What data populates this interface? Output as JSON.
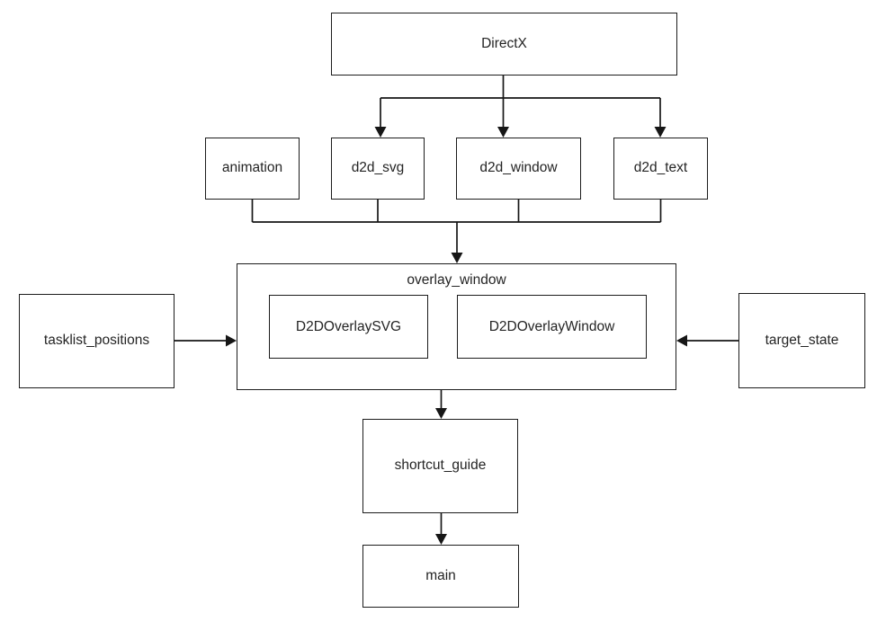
{
  "diagram": {
    "nodes": {
      "directx": {
        "label": "DirectX"
      },
      "animation": {
        "label": "animation"
      },
      "d2d_svg": {
        "label": "d2d_svg"
      },
      "d2d_window": {
        "label": "d2d_window"
      },
      "d2d_text": {
        "label": "d2d_text"
      },
      "overlay_window": {
        "label": "overlay_window"
      },
      "d2d_overlay_svg": {
        "label": "D2DOverlaySVG"
      },
      "d2d_overlay_window": {
        "label": "D2DOverlayWindow"
      },
      "tasklist_positions": {
        "label": "tasklist_positions"
      },
      "target_state": {
        "label": "target_state"
      },
      "shortcut_guide": {
        "label": "shortcut_guide"
      },
      "main": {
        "label": "main"
      }
    },
    "edges": [
      {
        "from": "DirectX",
        "to": "d2d_svg"
      },
      {
        "from": "DirectX",
        "to": "d2d_window"
      },
      {
        "from": "DirectX",
        "to": "d2d_text"
      },
      {
        "from": "animation",
        "to": "overlay_window"
      },
      {
        "from": "d2d_svg",
        "to": "overlay_window"
      },
      {
        "from": "d2d_window",
        "to": "overlay_window"
      },
      {
        "from": "d2d_text",
        "to": "overlay_window"
      },
      {
        "from": "tasklist_positions",
        "to": "overlay_window"
      },
      {
        "from": "target_state",
        "to": "overlay_window"
      },
      {
        "from": "overlay_window",
        "to": "shortcut_guide"
      },
      {
        "from": "shortcut_guide",
        "to": "main"
      }
    ],
    "colors": {
      "background": "#ffffff",
      "box_border": "#1c1c1c",
      "box_fill": "#ffffff",
      "connector": "#161616",
      "text": "#242424"
    }
  }
}
